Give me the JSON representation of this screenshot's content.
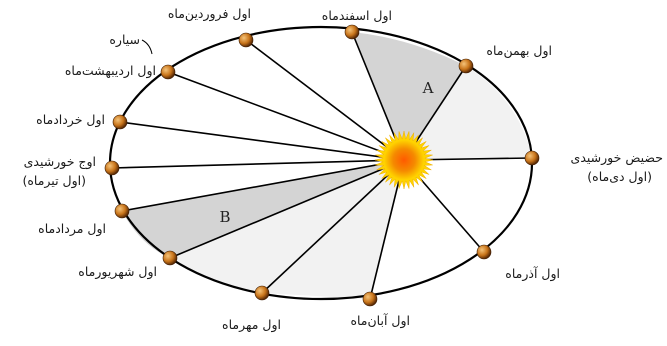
{
  "diagram": {
    "colors": {
      "orbit": "#000000",
      "sector_fill": "#d8d8d8",
      "sector_light": "#f3f3f3",
      "sun_outer": "#f7c400",
      "sun_inner": "#f06a00",
      "planet": "#c8741a"
    },
    "sun_icon": "sun-icon",
    "planet_icon": "planet-icon",
    "region_a": "A",
    "region_b": "B",
    "planet_pointer_label": "سیاره",
    "points": [
      {
        "id": "esfand",
        "label": "اول اسفندماه"
      },
      {
        "id": "bahman",
        "label": "اول بهمن‌ماه"
      },
      {
        "id": "dey",
        "label": "حضیض خورشیدی",
        "label2": "(اول دی‌ماه)"
      },
      {
        "id": "azar",
        "label": "اول آذرماه"
      },
      {
        "id": "aban",
        "label": "اول آبان‌ماه"
      },
      {
        "id": "mehr",
        "label": "اول مهرماه"
      },
      {
        "id": "shahrivar",
        "label": "اول شهریورماه"
      },
      {
        "id": "mordad",
        "label": "اول مردادماه"
      },
      {
        "id": "tir",
        "label": "اوج خورشیدی",
        "label2": "(اول تیرماه)"
      },
      {
        "id": "khordad",
        "label": "اول خردادماه"
      },
      {
        "id": "ordibehesht",
        "label": "اول اردیبهشت‌ماه"
      },
      {
        "id": "farvardin",
        "label": "اول فروردین‌ماه"
      }
    ]
  }
}
